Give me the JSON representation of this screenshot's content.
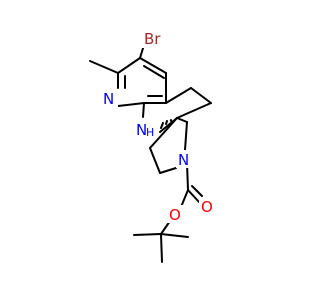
{
  "molecule": {
    "atoms": {
      "Br": {
        "text": "Br",
        "color": "#a52a2a"
      },
      "N_pyridine": {
        "text": "N",
        "color": "#0000ff"
      },
      "NH_amine": {
        "text": "N",
        "sub": "H",
        "color": "#0000ff"
      },
      "N_pyrrolidine": {
        "text": "N",
        "color": "#0000ff"
      },
      "O_carbonyl": {
        "text": "O",
        "color": "#ff0000"
      },
      "O_ester": {
        "text": "O",
        "color": "#ff0000"
      }
    },
    "stereo_mark": {
      "type": "hashed-wedge"
    }
  }
}
